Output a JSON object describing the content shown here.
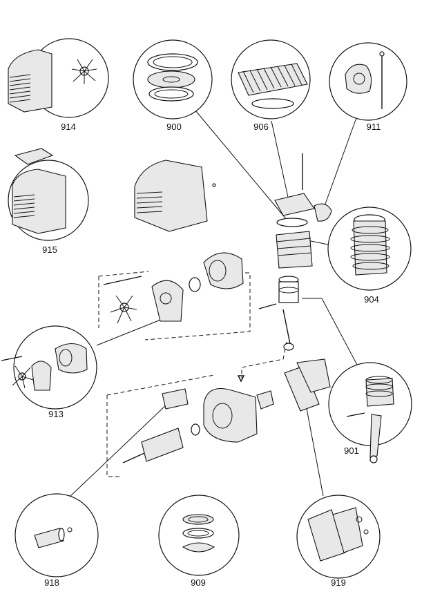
{
  "labels": {
    "p914": "914",
    "p900": "900",
    "p906": "906",
    "p911": "911",
    "p915": "915",
    "p904": "904",
    "p913": "913",
    "p901": "901",
    "p918": "918",
    "p909": "909",
    "p919": "919"
  }
}
